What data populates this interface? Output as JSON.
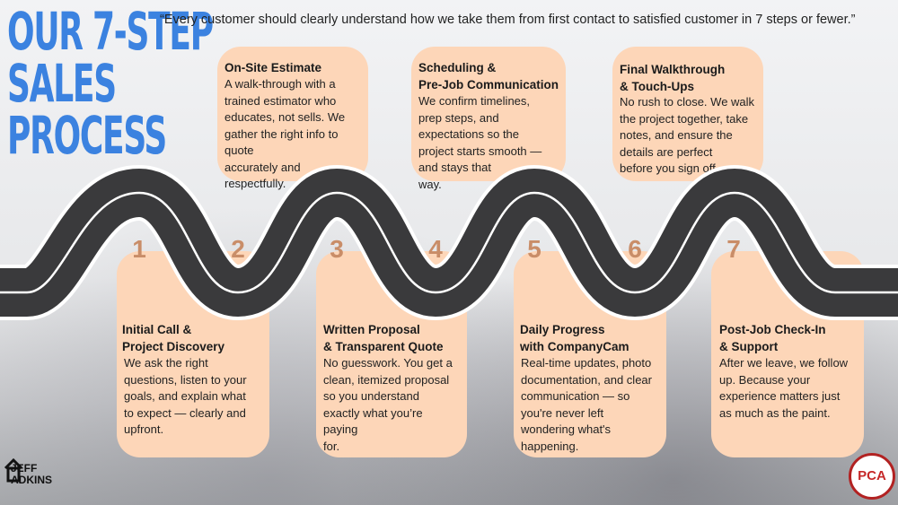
{
  "title_lines": [
    "OUR 7-STEP",
    "SALES",
    "PROCESS"
  ],
  "quote": "“Every customer should clearly understand how we take them from first contact to satisfied customer in 7 steps or fewer.”",
  "steps": [
    {
      "number": "1",
      "title_lines": [
        "Initial Call &",
        "Project Discovery"
      ],
      "body_lines": [
        "We ask the right",
        "questions, listen to your",
        "goals, and explain what",
        "to expect — clearly and",
        "upfront."
      ]
    },
    {
      "number": "2",
      "title_lines": [
        "On-Site Estimate"
      ],
      "body_lines": [
        "A walk-through with a",
        "trained estimator who",
        "educates, not sells. We",
        "gather the right info to",
        "quote",
        "accurately and",
        "respectfully."
      ]
    },
    {
      "number": "3",
      "title_lines": [
        "Written Proposal",
        "& Transparent Quote"
      ],
      "body_lines": [
        "No guesswork. You get a",
        "clean, itemized proposal",
        "so you understand",
        "exactly what you’re",
        "paying",
        "for."
      ]
    },
    {
      "number": "4",
      "title_lines": [
        "Scheduling &",
        "Pre-Job Communication"
      ],
      "body_lines": [
        "We confirm timelines,",
        "prep steps, and",
        "expectations so the",
        "project starts smooth —",
        "and stays that",
        "way."
      ]
    },
    {
      "number": "5",
      "title_lines": [
        "Daily Progress",
        "with CompanyCam"
      ],
      "body_lines": [
        "Real-time updates, photo",
        "documentation, and clear",
        "communication — so",
        "you're never left",
        "wondering what's",
        "happening."
      ]
    },
    {
      "number": "6",
      "title_lines": [
        "Final Walkthrough",
        "& Touch-Ups"
      ],
      "body_lines": [
        "No rush to close. We walk",
        "the project together, take",
        "notes, and ensure the",
        "details are perfect",
        "before you sign off."
      ]
    },
    {
      "number": "7",
      "title_lines": [
        "Post-Job Check-In",
        "& Support"
      ],
      "body_lines": [
        "After we leave, we follow",
        "up. Because your",
        "experience matters just",
        "as much as the paint."
      ]
    }
  ],
  "logos": {
    "left_lines": [
      "JEFF",
      "ADKINS"
    ],
    "right": "PCA"
  },
  "colors": {
    "title": "#3b82e0",
    "card": "#fdd6b8",
    "number": "#c98d68",
    "road": "#3a3a3c",
    "road_edge": "#ffffff"
  }
}
